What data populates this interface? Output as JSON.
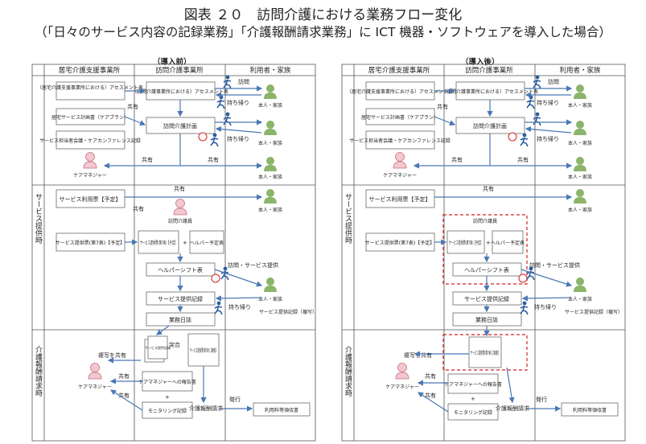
{
  "title": "図表 ２０　訪問介護における業務フロー変化",
  "subtitle": "（「日々のサービス内容の記録業務」「介護報酬請求業務」に ICT 機器・ソフトウェアを導入した場合）",
  "panels": [
    {
      "label": "（導入前）"
    },
    {
      "label": "（導入後）"
    }
  ],
  "columns": [
    "居宅介護支援事業所",
    "訪問介護事業所",
    "利用者・家族"
  ],
  "rows": [
    "サービス提供時",
    "介護報酬請求時"
  ],
  "boxes": {
    "kyotaku_assess": "（居宅介護支援事業所における）アセスメント表",
    "houmon_assess": "（訪問介護事業所における）アセスメント表",
    "service_plan": "居宅サービス計画書（ケアプラン）",
    "meeting": "サービス担当者会議・ケアカンファレンス記録",
    "houmon_plan": "訪問介護計画",
    "riyohyo": "サービス利用票【予定】",
    "teikyohyo_left": "サービス提供票(第7表)【予定】",
    "teikyohyo_mid": "サービス提供票(第7表)【予定】",
    "helper_plan": "ヘルパー予定表",
    "shift": "ヘルパーシフト表",
    "record": "サービス提供記録",
    "diary": "業務日誌",
    "teikyohyo_result": "サービス提供票(第7表)【実績】",
    "report": "ケアマネジャーへの報告書",
    "monitoring": "モニタリング記録",
    "seikyu": "介護報酬請求",
    "receipt": "利用料等領収書",
    "doc_stack": "サービス提供記録"
  },
  "labels": {
    "houmon": "訪問",
    "mochikaeri": "持ち帰り",
    "kyoyu": "共有",
    "houmon_service": "訪問・サービス提供",
    "kiroku_copy": "サービス提供記録（複写）",
    "hakko": "発行",
    "totsugo": "突合",
    "copy_share": "複写を共有",
    "caremanager": "ケアマネジャー",
    "houmon_staff": "訪問介護員",
    "user_family": "本人・家族",
    "plus": "+"
  },
  "colors": {
    "arrow": "#4a78b5",
    "highlight": "#d62020",
    "person": "#8ab56a",
    "caremanager": "#e79aa8"
  }
}
